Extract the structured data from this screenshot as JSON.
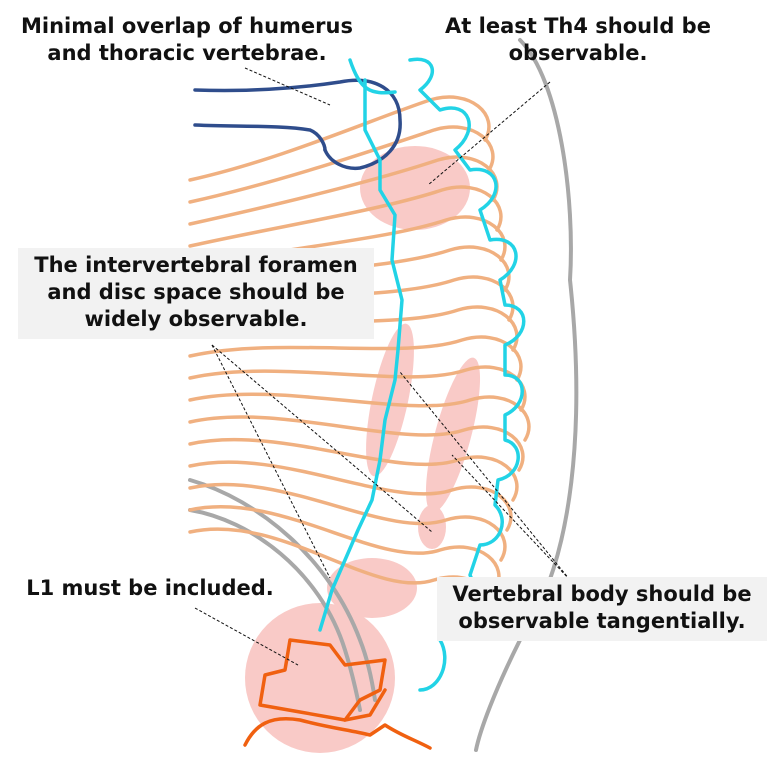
{
  "labels": {
    "humerus_overlap": "Minimal overlap of humerus\nand thoracic vertebrae.",
    "th4": "At least Th4 should be\nobservable.",
    "foramen": "The intervertebral foramen\nand disc space should be\nwidely observable.",
    "l1": "L1 must be included.",
    "vertebral_body": "Vertebral body should be\nobservable tangentially."
  },
  "colors": {
    "ribs": "#f0b080",
    "spine": "#22d3e6",
    "humerus": "#2f4d8c",
    "l1_vertebra": "#f06010",
    "body_outline": "#a8a8a8",
    "highlight": "#f7b9b5",
    "text": "#111111",
    "label_box": "#f2f2f2"
  }
}
